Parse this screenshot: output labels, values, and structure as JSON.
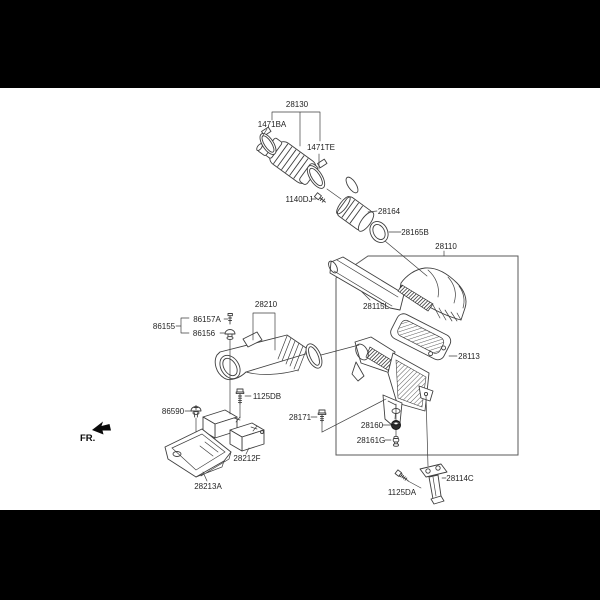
{
  "scene": {
    "kind": "automotive-air-cleaner-parts-diagram",
    "background_color": "#ffffff",
    "letterbox_color": "#000000",
    "line_color": "#3f3f3f",
    "text_color": "#1f1f1f"
  },
  "direction_indicator": {
    "label": "FR.",
    "icon": "front-direction-arrow"
  },
  "labels": {
    "p28130": "28130",
    "p1471BA": "1471BA",
    "p1471TE": "1471TE",
    "p1140DJ": "1140DJ",
    "p28164": "28164",
    "p28165B": "28165B",
    "p28110": "28110",
    "p28115L": "28115L",
    "p28113": "28113",
    "p28210": "28210",
    "p86155": "86155",
    "p86157A": "86157A",
    "p86156": "86156",
    "p1125DB": "1125DB",
    "p86590": "86590",
    "p28171": "28171",
    "p28160": "28160",
    "p28161G": "28161G",
    "p28212F": "28212F",
    "p28213A": "28213A",
    "p28114C": "28114C",
    "p1125DA": "1125DA"
  }
}
